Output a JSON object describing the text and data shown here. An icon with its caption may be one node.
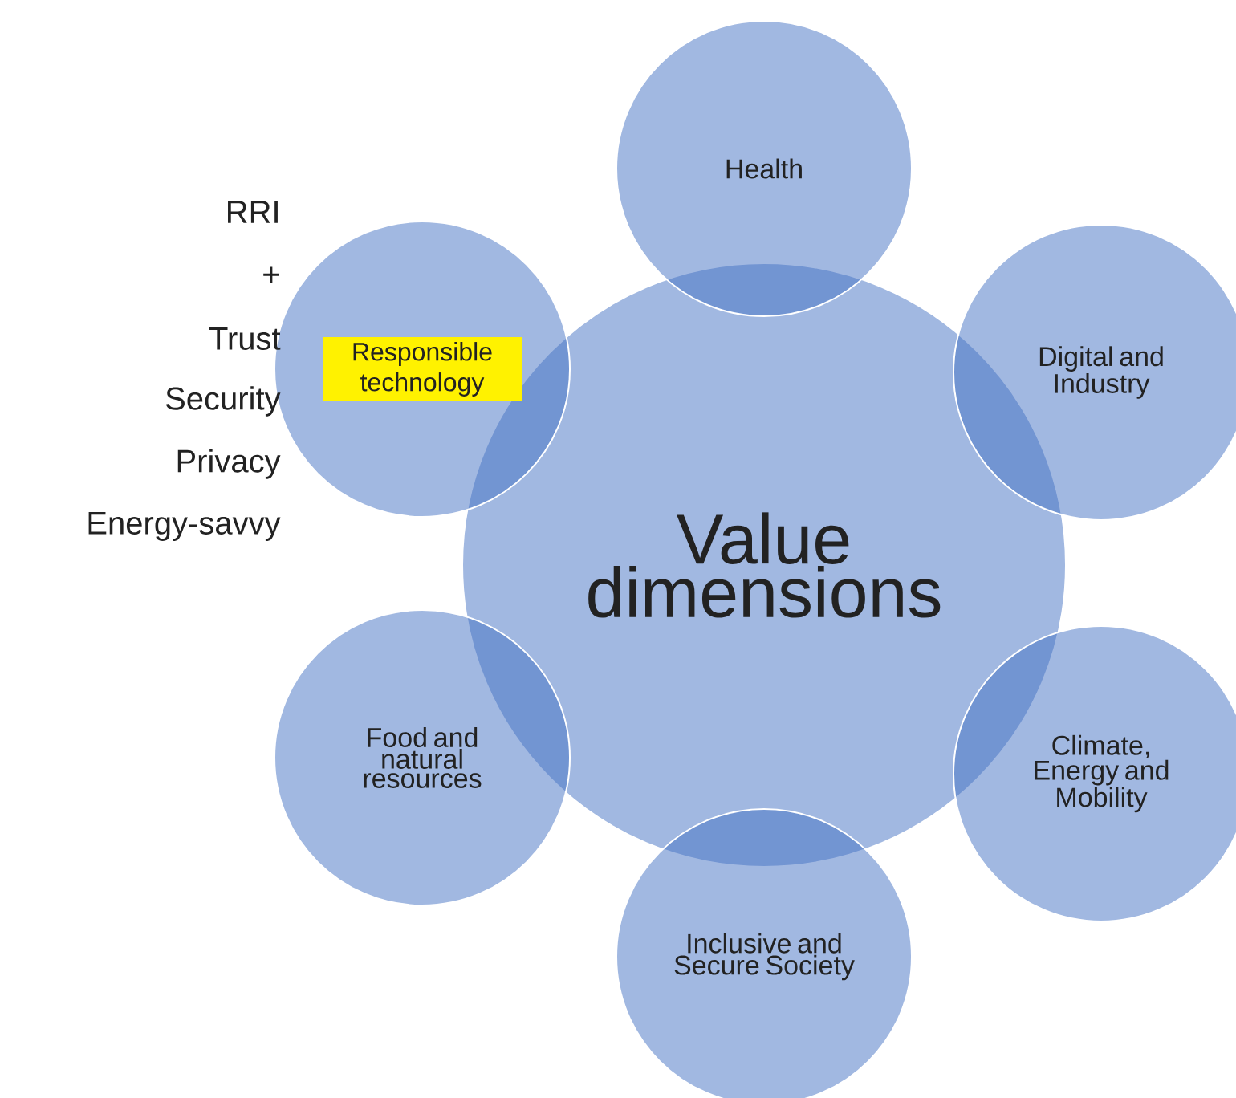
{
  "diagram": {
    "nodes": [
      {
        "text": [
          "Value dimensions"
        ]
      },
      {
        "text": [
          "Health"
        ]
      },
      {
        "text": [
          "Digital and Industry"
        ]
      },
      {
        "text": [
          "Climate, Energy and Mobility"
        ]
      },
      {
        "text": [
          "Inclusive and Secure Society"
        ]
      },
      {
        "text": [
          "Food and natural resources"
        ]
      },
      {
        "text": [
          "Responsible technology"
        ]
      }
    ],
    "labels": [
      "RRI",
      "+",
      "Trust",
      "Security",
      "Privacy",
      "Energy-savvy"
    ]
  }
}
